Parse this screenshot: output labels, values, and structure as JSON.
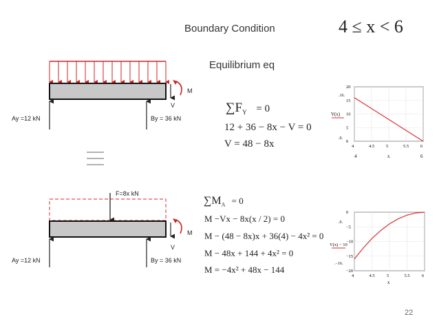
{
  "slide": {
    "title": "Boundary Condition",
    "range": "4 ≤ x < 6",
    "subtitle": "Equilibrium eq",
    "page_number": "22"
  },
  "top_diagram": {
    "ay": "Ay =12 kN",
    "by": "By = 36 kN",
    "moment": "M",
    "shear": "V"
  },
  "bottom_diagram": {
    "force": "F=8x kN",
    "ay": "Ay =12 kN",
    "by": "By = 36 kN",
    "moment": "M",
    "shear": "V"
  },
  "shear_equations": {
    "sum": "∑F",
    "sum_sub": "Y",
    "sum_rhs": "= 0",
    "line2": "12 + 36 − 8x − V = 0",
    "line3": "V = 48 − 8x"
  },
  "moment_equations": {
    "sum": "∑M",
    "sum_sub": "A",
    "sum_rhs": "= 0",
    "line2": "M  −Vx − 8x(x / 2) = 0",
    "line3": "M  − (48 − 8x)x + 36(4) − 4x² = 0",
    "line4": "M  − 48x + 144 + 4x² = 0",
    "line5": "M = −4x² + 48x − 144"
  },
  "colors": {
    "curve": "#d93030",
    "load": "#cc2222",
    "beam": "#c8c8c8"
  },
  "chart_data": [
    {
      "type": "line",
      "ylabel": "V(x)",
      "xlabel": "x",
      "x_ticks": [
        "4",
        "4.5",
        "5",
        "5.5",
        "6"
      ],
      "y_ticks": [
        "0",
        "5",
        "10",
        "15",
        "20"
      ],
      "y_annotations": [
        ".16.",
        ".0."
      ],
      "x_range_labels": [
        "4",
        "6"
      ],
      "xlim": [
        4,
        6
      ],
      "ylim": [
        0,
        20
      ],
      "series": [
        {
          "x": [
            4,
            4.5,
            5,
            5.5,
            6
          ],
          "y": [
            16,
            12,
            8,
            4,
            0
          ]
        }
      ]
    },
    {
      "type": "line",
      "ylabel": "V(x) − 10",
      "xlabel": "x",
      "x_ticks": [
        "4",
        "4.5",
        "5",
        "5.5",
        "6"
      ],
      "y_ticks": [
        "0",
        "−5",
        "−10",
        "−15",
        "−20"
      ],
      "y_annotations": [
        ".0.",
        ".−16."
      ],
      "x_range_labels": [
        "4",
        "6"
      ],
      "xlim": [
        4,
        6
      ],
      "ylim": [
        -20,
        0
      ],
      "series": [
        {
          "x": [
            4,
            4.25,
            4.5,
            4.75,
            5,
            5.25,
            5.5,
            5.75,
            6
          ],
          "y": [
            -16,
            -12.25,
            -9,
            -6.25,
            -4,
            -2.25,
            -1,
            -0.25,
            0
          ]
        }
      ]
    }
  ]
}
